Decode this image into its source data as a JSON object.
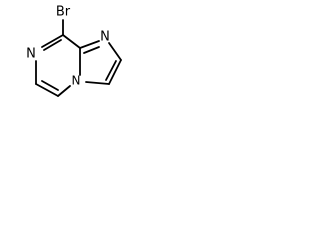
{
  "molecule": {
    "atoms": {
      "br": "Br",
      "n_pyrazine": "N",
      "n_imidazole": "N",
      "n_bridgehead": "N"
    }
  }
}
